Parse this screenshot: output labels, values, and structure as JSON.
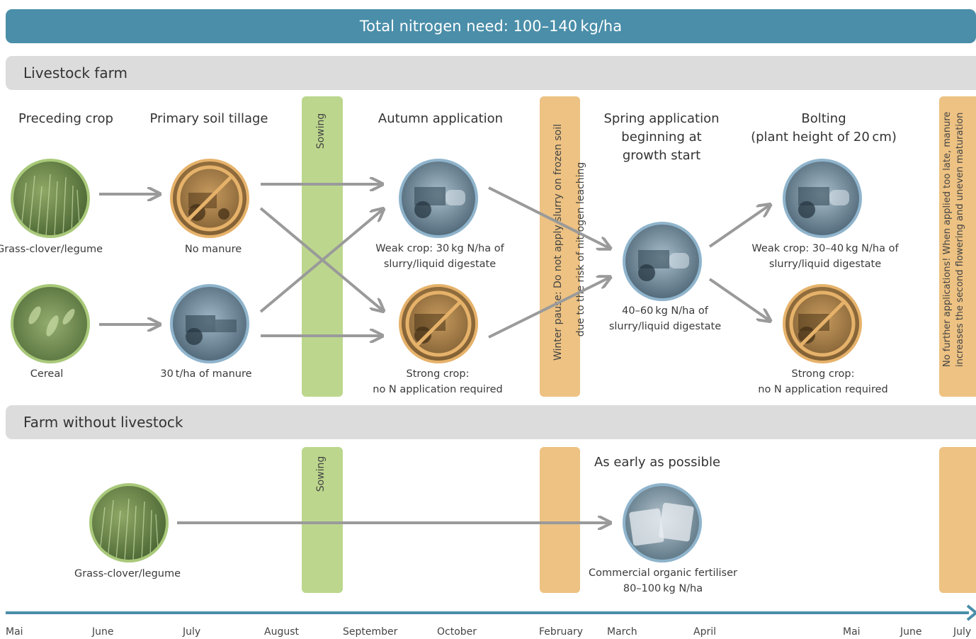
{
  "banner": {
    "title": "Total nitrogen need: 100–140 kg/ha"
  },
  "sections": {
    "livestock": "Livestock farm",
    "no_livestock": "Farm without livestock"
  },
  "columns": {
    "preceding_crop": "Preceding crop",
    "primary_tillage": "Primary soil tillage",
    "autumn_application": "Autumn application",
    "spring_line1": "Spring application",
    "spring_line2": "beginning at",
    "spring_line3": "growth start",
    "bolting_line1": "Bolting",
    "bolting_line2": "(plant height of 20 cm)",
    "as_early": "As early as possible"
  },
  "bars": {
    "sowing": "Sowing",
    "winter_line1": "Winter pause: Do not apply slurry on frozen soil",
    "winter_line2": "due to the risk of nitrogen leaching",
    "nofurther_line1": "No further applications! When applied too late, manure",
    "nofurther_line2": "increases the second flowering and uneven maturation"
  },
  "captions": {
    "grass_clover": "Grass-clover/legume",
    "cereal": "Cereal",
    "no_manure": "No manure",
    "manure_30": "30 t/ha of manure",
    "weak_autumn_1": "Weak crop: 30 kg N/ha of",
    "weak_autumn_2": "slurry/liquid digestate",
    "strong_1": "Strong crop:",
    "strong_2": "no N application required",
    "spring_1": "40–60 kg N/ha of",
    "spring_2": "slurry/liquid digestate",
    "weak_bolting_1": "Weak crop: 30–40 kg N/ha of",
    "weak_bolting_2": "slurry/liquid digestate",
    "grass_clover_2": "Grass-clover/legume",
    "commercial_1": "Commercial organic fertiliser",
    "commercial_2": "80–100 kg N/ha"
  },
  "timeline": {
    "months": [
      "Mai",
      "June",
      "July",
      "August",
      "September",
      "October",
      "February",
      "March",
      "April",
      "Mai",
      "June",
      "July"
    ]
  },
  "colors": {
    "banner": "#4a8ea9",
    "section": "#dcdcdc",
    "sowing_bar": "#bcd78d",
    "winter_bar": "#edc283",
    "arrow": "#9a9a9a",
    "circle_green": "#a9c97a",
    "circle_blue": "#8fb4cc",
    "circle_orange": "#e6b26a"
  },
  "icons": {
    "grass": "grass-photo",
    "cereal": "cereal-photo",
    "tractor": "tractor-photo",
    "no_symbol": "prohibited-sign",
    "fertiliser": "fertiliser-bags-photo"
  }
}
